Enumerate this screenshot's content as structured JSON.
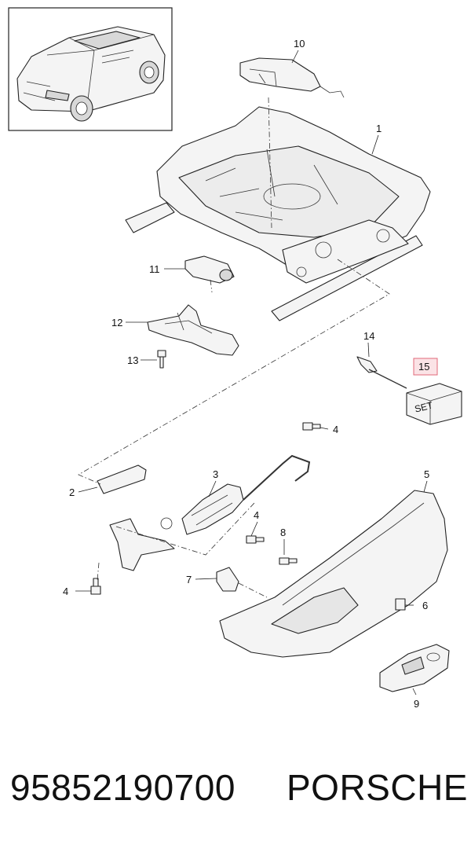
{
  "callouts": {
    "c1": "1",
    "c2": "2",
    "c3": "3",
    "c4a": "4",
    "c4b": "4",
    "c4c": "4",
    "c5": "5",
    "c6": "6",
    "c7": "7",
    "c8": "8",
    "c9": "9",
    "c10": "10",
    "c11": "11",
    "c12": "12",
    "c13": "13",
    "c14": "14",
    "c15": "15"
  },
  "set_box_label": "SET",
  "highlight_color": "#e06a7a",
  "highlight_fill": "#fbe3e6",
  "footer": {
    "part_number": "95852190700",
    "brand": "PORSCHE"
  }
}
